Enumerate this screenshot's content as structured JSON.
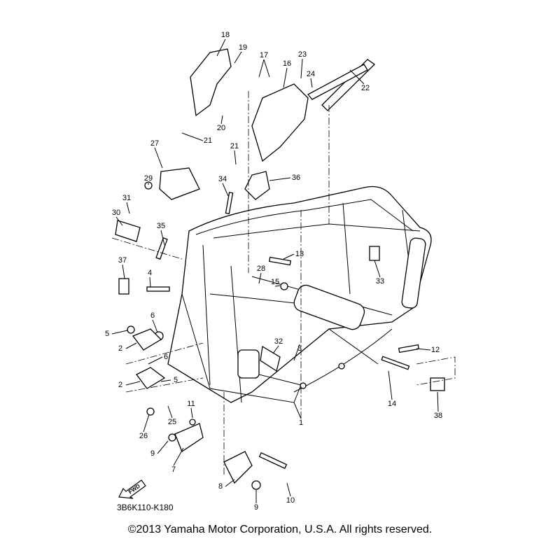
{
  "diagram_code": "3B6K110-K180",
  "fwd_label": "FWD",
  "copyright": "©2013 Yamaha Motor Corporation, U.S.A. All rights reserved.",
  "callouts": [
    "18",
    "19",
    "17",
    "23",
    "16",
    "24",
    "22",
    "20",
    "21",
    "27",
    "21",
    "29",
    "34",
    "36",
    "31",
    "30",
    "35",
    "13",
    "37",
    "28",
    "4",
    "15",
    "33",
    "6",
    "5",
    "2",
    "32",
    "3",
    "12",
    "6",
    "5",
    "2",
    "14",
    "11",
    "1",
    "25",
    "38",
    "26",
    "9",
    "7",
    "8",
    "10",
    "9"
  ]
}
